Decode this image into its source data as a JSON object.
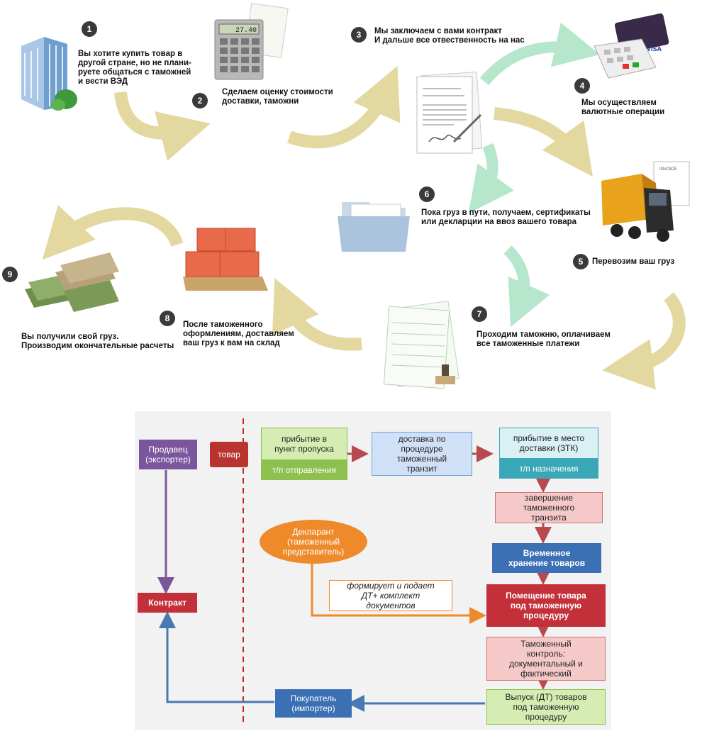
{
  "process_steps": [
    {
      "num": "1",
      "text": "Вы хотите купить товар в\nдругой стране, но не плани-\nруете общаться с таможней\nи вести ВЭД"
    },
    {
      "num": "2",
      "text": "Сделаем оценку стоимости\nдоставки, таможни"
    },
    {
      "num": "3",
      "text": "Мы заключаем с вами контракт\nИ дальше все отвественность на нас"
    },
    {
      "num": "4",
      "text": "Мы осуществляем\nвалютные операции"
    },
    {
      "num": "5",
      "text": "Перевозим ваш груз"
    },
    {
      "num": "6",
      "text": "Пока груз в пути, получаем, сертификаты\nили декларции на ввоз вашего товара"
    },
    {
      "num": "7",
      "text": "Проходим таможню, оплачиваем\nвсе таможенные платежи"
    },
    {
      "num": "8",
      "text": "После таможенного\nоформлениям, доставляем\nваш груз к вам на склад"
    },
    {
      "num": "9",
      "text": "Вы получили свой груз.\nПроизводим окончательные расчеты"
    }
  ],
  "illustrations": {
    "calculator_display": "27.40",
    "card_brand": "VISA",
    "invoice_label": "INVOICE"
  },
  "flowchart": {
    "seller": "Продавец\n(экспортер)",
    "goods": "товар",
    "arrival_point": "прибытие в\nпункт пропуска",
    "departure_post": "т/п отправления",
    "transit": "доставка по\nпроцедуре\nтаможенный\nтранзит",
    "arrival_destination": "прибытие в место\nдоставки (ЗТК)",
    "destination_post": "т/п  назначения",
    "transit_completion": "завершение\nтаможенного\nтранзита",
    "temporary_storage": "Временное\nхранение товаров",
    "declarant": "Декларант\n(таможенный\nпредставитель)",
    "declarant_action": "формирует и подает\nДТ+ комплект\nдокументов",
    "placement": "Помещение товара\nпод таможенную\nпроцедуру",
    "customs_control": "Таможенный\nконтроль:\nдокументальный и\nфактический",
    "release": "Выпуск (ДТ) товаров\nпод таможенную\nпроцедуру",
    "contract": "Контракт",
    "buyer": "Покупатель\n(импортер)"
  },
  "colors": {
    "curve_yellow": "#e3d9a0",
    "curve_green": "#b6e6cc",
    "seller_purple": "#7b569c",
    "goods_red": "#b9332f",
    "green_fill": "#d5ecb2",
    "green_dark": "#8dc04f",
    "blue_light": "#cfe0f7",
    "teal_light": "#d9f0f5",
    "teal_dark": "#3aa7b8",
    "pink": "#f6c9c9",
    "blue_dark": "#3b70b5",
    "red_dark": "#c3303a",
    "orange": "#ef8a2a"
  }
}
